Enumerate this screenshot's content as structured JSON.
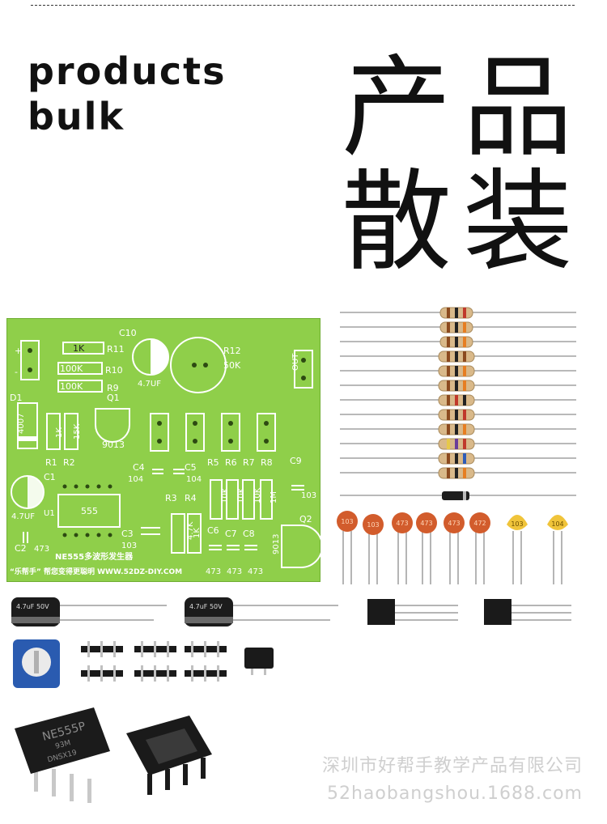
{
  "heading": {
    "en_line1": "products",
    "en_line2": "bulk",
    "zh_chars": [
      "产",
      "品",
      "散",
      "装"
    ]
  },
  "pcb": {
    "labels": {
      "c10": "C10",
      "r11_val": "1K",
      "r11": "R11",
      "r10_val": "100K",
      "r10": "R10",
      "r9_val": "100K",
      "r9": "R9",
      "cap_val": "4.7UF",
      "q1": "Q1",
      "q1_part": "9013",
      "r12": "R12",
      "r12_val": "50K",
      "out": "OUT",
      "d1": "D1",
      "d1_part": "4007",
      "r1_val": "1K",
      "r2_val": "15K",
      "r1": "R1",
      "r2": "R2",
      "c1": "C1",
      "c1_val": "4.7UF",
      "u1": "U1",
      "u1_part": "555",
      "c4": "C4",
      "c4_val": "104",
      "c5": "C5",
      "c5_val": "104",
      "r5": "R5",
      "r6": "R6",
      "r7": "R7",
      "r8": "R8",
      "c9": "C9",
      "c9_val": "103",
      "r3": "R3",
      "r4": "R4",
      "r3_val": "4.7K",
      "r4_val": "1K",
      "r5_val": "10K",
      "r6_val": "10K",
      "r7_val": "10K",
      "r8_val": "1M",
      "c6": "C6",
      "c7": "C7",
      "c8": "C8",
      "c3": "C3",
      "c3_val": "103",
      "q2": "Q2",
      "q2_part": "9013",
      "c2": "C2",
      "c2_val": "473",
      "title": "NE555多波形发生器",
      "footer": "“乐帮手” 帮您变得更聪明 WWW.52DZ-DIY.COM",
      "c6_val": "473",
      "c7_val": "473",
      "c8_val": "473"
    }
  },
  "ceramic_caps": [
    "103",
    "103",
    "473",
    "473",
    "473",
    "472"
  ],
  "mono_caps": [
    "103",
    "104"
  ],
  "electrolytic_label": "4.7uF 50V",
  "ic": {
    "line1": "NE555P",
    "line2": "93M",
    "line3": "DNSX19"
  },
  "watermark": {
    "company": "深圳市好帮手教学产品有限公司",
    "url": "52haobangshou.1688.com"
  },
  "colors": {
    "pcb_green": "#8fcf4a",
    "ceramic_orange": "#d25c2c",
    "mono_yellow": "#f0c43a",
    "resistor_body": "#d9b98a"
  }
}
